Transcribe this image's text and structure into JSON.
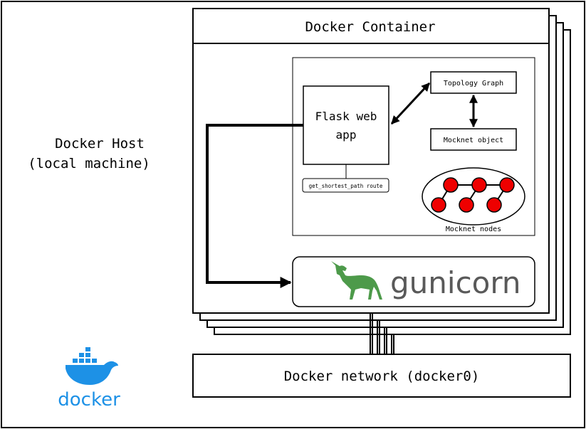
{
  "host": {
    "label_line1": "Docker Host",
    "label_line2": "(local machine)"
  },
  "container": {
    "title": "Docker Container"
  },
  "flask": {
    "label_line1": "Flask web",
    "label_line2": "app",
    "route_label": "get_shortest_path route"
  },
  "topology": {
    "label": "Topology Graph"
  },
  "mocknet": {
    "object_label": "Mocknet object",
    "nodes_label": "Mocknet nodes"
  },
  "gunicorn": {
    "wordmark": "gunicorn",
    "wordmark_color": "#595959",
    "logo_color": "#4d9a4a"
  },
  "network": {
    "label": "Docker network (docker0)"
  },
  "docker_logo": {
    "wordmark": "docker",
    "color": "#1d91e6"
  },
  "colors": {
    "node_fill": "#ee0000",
    "stroke": "#000000"
  }
}
